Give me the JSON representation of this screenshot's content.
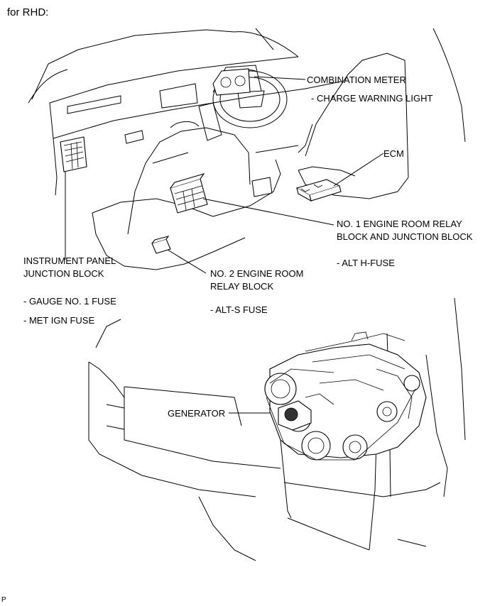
{
  "header": {
    "title": "for RHD:"
  },
  "labels": {
    "combination_meter": "COMBINATION METER",
    "charge_warning_light": "- CHARGE WARNING LIGHT",
    "ecm": "ECM",
    "engine_room_relay_1_line1": "NO. 1 ENGINE ROOM RELAY",
    "engine_room_relay_1_line2": "BLOCK AND JUNCTION BLOCK",
    "alt_h_fuse": "- ALT H-FUSE",
    "instrument_panel_line1": "INSTRUMENT PANEL",
    "instrument_panel_line2": "JUNCTION BLOCK",
    "gauge_fuse": "- GAUGE NO. 1 FUSE",
    "met_ign_fuse": "- MET IGN FUSE",
    "engine_room_relay_2_line1": "NO. 2 ENGINE ROOM",
    "engine_room_relay_2_line2": "RELAY BLOCK",
    "alt_s_fuse": "- ALT-S FUSE",
    "generator": "GENERATOR"
  },
  "footer": {
    "code": "P"
  }
}
